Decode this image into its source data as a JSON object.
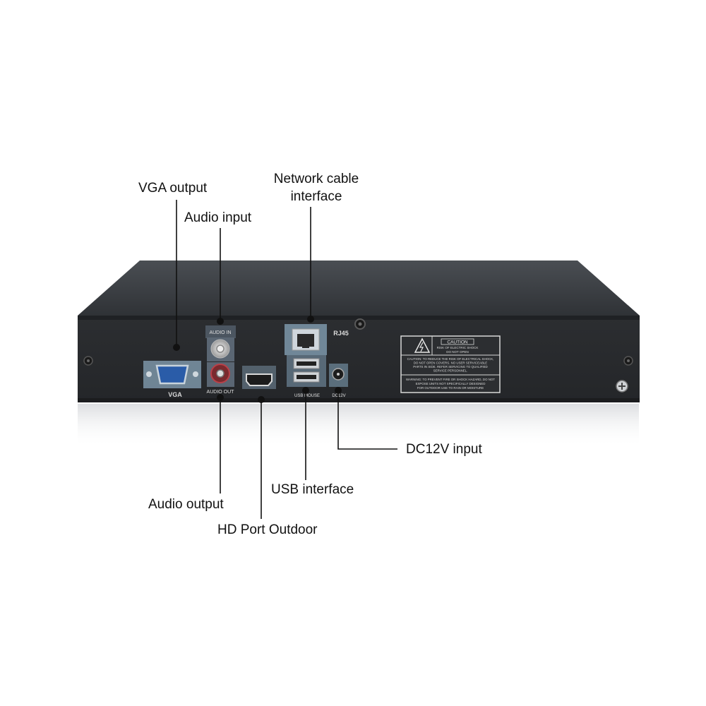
{
  "callouts": {
    "vga_output": "VGA output",
    "audio_input": "Audio input",
    "network_line1": "Network cable",
    "network_line2": "interface",
    "dc12v_input": "DC12V input",
    "usb_interface": "USB interface",
    "audio_output": "Audio output",
    "hd_port": "HD Port Outdoor"
  },
  "panel_labels": {
    "vga": "VGA",
    "audio_in": "AUDIO IN",
    "audio_out": "AUDIO OUT",
    "rj45": "RJ45",
    "usb": "USB MOUSE",
    "dc": "DC12V"
  },
  "caution": {
    "title": "CAUTION",
    "shock_line1": "RISK OF ELECTRIC SHOCK",
    "shock_line2": "DO NOT OPEN",
    "text1": [
      "CAUTION: TO REDUCE THE RISK OF ELECTRICAL SHOCK,",
      "DO NOT OPEN COVERS. NO USER SERVICEABLE",
      "PARTS IN SIDE. REFER SERVICING TO QUALIFIED",
      "SERVICE PERSONNEL."
    ],
    "text2": [
      "WARNING: TO PREVENT FIRE OR SHOCK HAZARD, DO NOT",
      "EXPOSE UNITS NOT SPECIFICALLY DESIGNED",
      "FOR OUTDOOR USE TO RAIN OR MOISTURE"
    ]
  },
  "colors": {
    "chassis_top": "#3c3f43",
    "chassis_front": "#2a2c2f",
    "connector_highlight": "#8fa6b8",
    "callout_line": "#111111"
  }
}
